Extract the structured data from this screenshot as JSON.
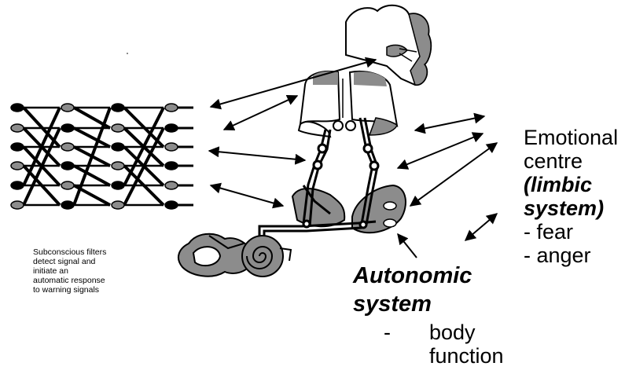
{
  "emotional_centre": {
    "heading_line1": "Emotional",
    "heading_line2": "centre",
    "system_line1": "(limbic",
    "system_line2": "system)",
    "items": [
      "- fear",
      "- anger"
    ]
  },
  "autonomic": {
    "line1": "Autonomic",
    "line2": "system",
    "bullet": "-",
    "item_line1": "body",
    "item_line2": "function"
  },
  "subconscious_note": [
    "Subconscious filters",
    "detect signal and",
    "initiate an",
    "automatic response",
    "to warning signals"
  ],
  "colors": {
    "ink": "#000000",
    "shade": "#8c8c8c",
    "background": "#ffffff"
  }
}
